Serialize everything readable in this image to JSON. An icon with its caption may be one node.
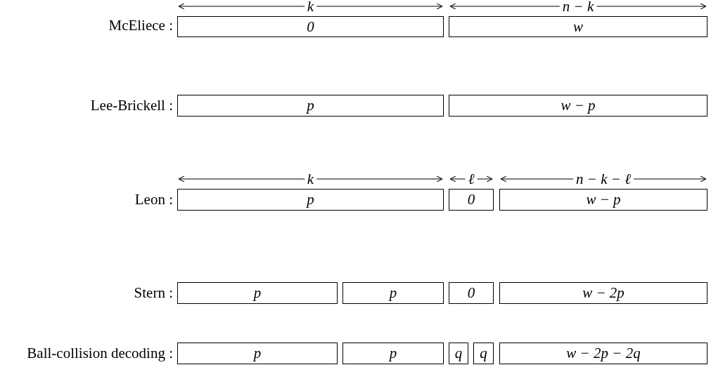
{
  "diagram": {
    "nodes": [
      {
        "text": [
          "0"
        ]
      },
      {
        "text": [
          "w"
        ]
      },
      {
        "text": [
          "p"
        ]
      },
      {
        "text": [
          "w − p"
        ]
      },
      {
        "text": [
          "p"
        ]
      },
      {
        "text": [
          "0"
        ]
      },
      {
        "text": [
          "w − p"
        ]
      },
      {
        "text": [
          "p"
        ]
      },
      {
        "text": [
          "p"
        ]
      },
      {
        "text": [
          "0"
        ]
      },
      {
        "text": [
          "w − 2p"
        ]
      },
      {
        "text": [
          "p"
        ]
      },
      {
        "text": [
          "p"
        ]
      },
      {
        "text": [
          "q"
        ]
      },
      {
        "text": [
          "q"
        ]
      },
      {
        "text": [
          "w − 2p − 2q"
        ]
      }
    ],
    "edges": [],
    "labels": [
      "k",
      "n − k",
      "McEliece :",
      "Lee-Brickell :",
      "k",
      "ℓ",
      "n − k − ℓ",
      "Leon :",
      "Stern :",
      "Ball-collision decoding :"
    ]
  }
}
